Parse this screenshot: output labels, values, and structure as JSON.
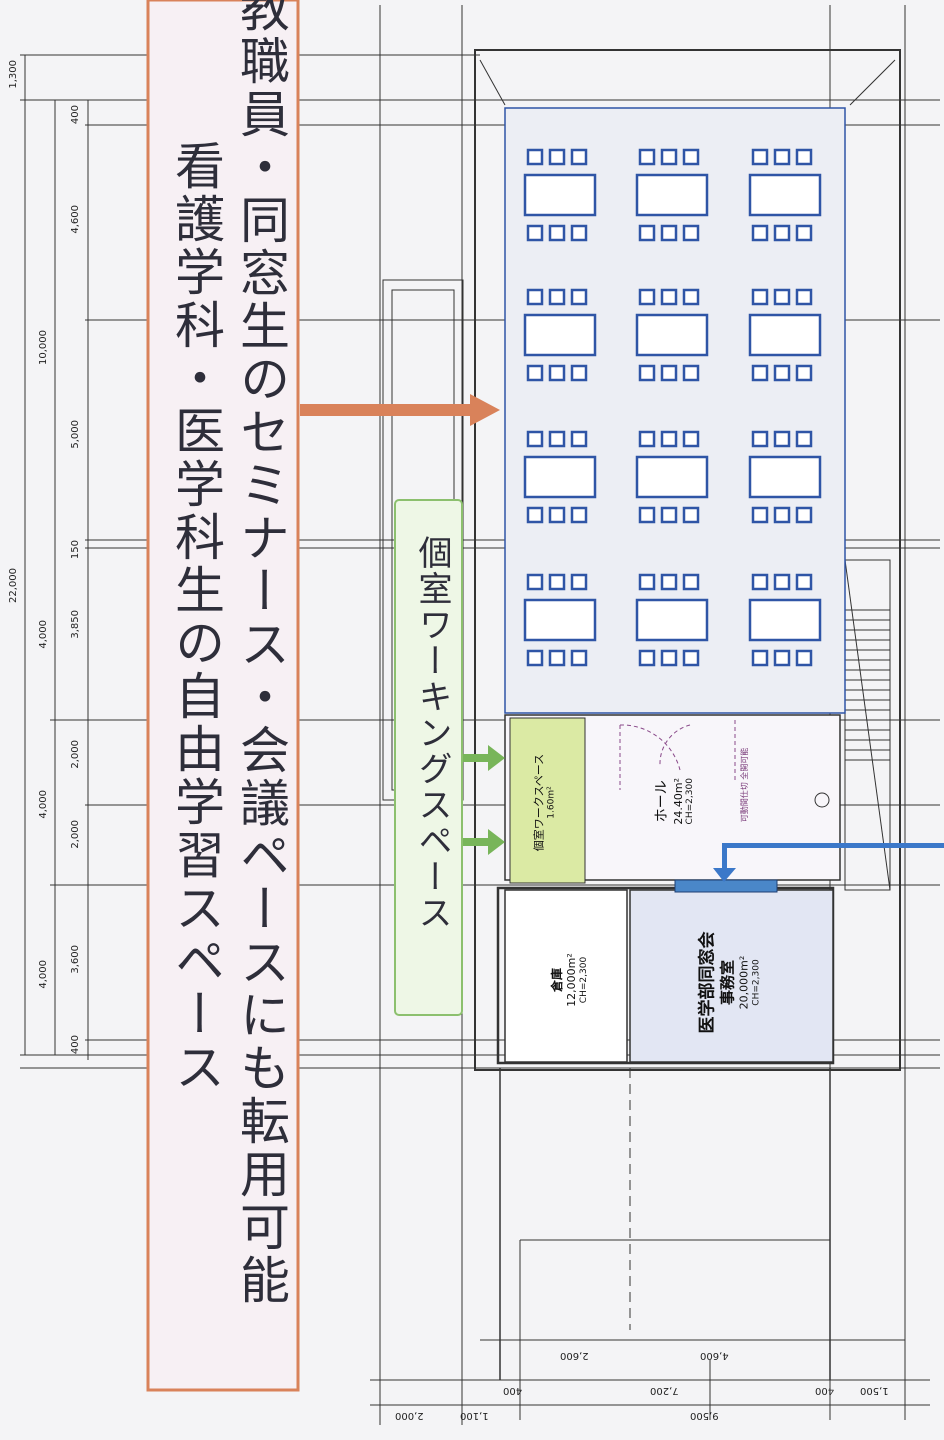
{
  "callouts": {
    "main_line1": "看護学科・医学科生の自由学習スペース",
    "main_line2": "教職員・同窓生のセミナース・会議ペースにも転用可能",
    "working": "個室ワーキングスペース"
  },
  "dimensions": {
    "left_total": "22,000",
    "left_sub": [
      "1,300",
      "10,000",
      "4,000",
      "4,000",
      "4,000"
    ],
    "inner": [
      "400",
      "4,600",
      "5,000",
      "150",
      "3,850",
      "2,000",
      "2,000",
      "3,600",
      "400"
    ],
    "bottom_1": [
      "2,600",
      "4,600"
    ],
    "bottom_2": [
      "400",
      "7,200",
      "400",
      "1,500"
    ],
    "bottom_3": [
      "2,000",
      "1,100",
      "9,500"
    ]
  },
  "rooms": {
    "hall_name": "ホール",
    "hall_area": "24.40m²",
    "hall_ch": "CH=2,300",
    "hall_note": "可動間仕切 全開可能",
    "private_name": "個室ワークスペース",
    "private_area": "1.60m²",
    "storage_name": "倉庫",
    "storage_area": "12,000m²",
    "storage_ch": "CH=2,300",
    "office_org": "医学部同窓会",
    "office_name": "事務室",
    "office_area": "20,000m²",
    "office_ch": "CH=2,300"
  },
  "colors": {
    "callout_border": "#d9825a",
    "callout_fill": "#f7f0f4",
    "arrow_orange": "#d9825a",
    "working_border": "#8cc06e",
    "working_fill": "#eef7e6",
    "arrow_green": "#78b55a",
    "main_room_fill": "#eceef4",
    "main_room_border": "#2f55a6",
    "desk_blue": "#2f55a6",
    "private_fill": "#dbeaa4",
    "office_fill": "#e2e6f3",
    "arrow_blue": "#3b78c9",
    "door_bar": "#4a87c9"
  }
}
